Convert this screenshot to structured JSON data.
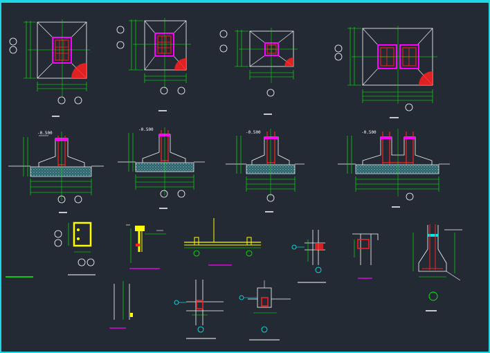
{
  "drawing": {
    "title": "",
    "colors": {
      "background": "#242a33",
      "frame": "#1fd6e6",
      "outline": "#ffffff",
      "dimension": "#00ff00",
      "rebar_frame": "#ff00ff",
      "rebar": "#ff2020",
      "hatch": "#00e6e6",
      "detail": "#ffff00"
    },
    "elevation_labels": [
      "-0.500",
      "-0.500",
      "-0.500",
      "-0.500"
    ],
    "views": {
      "plans": [
        "footing-plan-1",
        "footing-plan-2",
        "footing-plan-3",
        "footing-plan-4"
      ],
      "sections": [
        "footing-section-1",
        "footing-section-2",
        "footing-section-3",
        "footing-section-4"
      ],
      "details": [
        "column-tie-detail",
        "beam-end-detail",
        "ground-beam-detail",
        "joint-detail-a",
        "joint-detail-b",
        "retaining-wall-detail",
        "post-detail",
        "joint-detail-c",
        "joint-detail-d"
      ]
    }
  }
}
